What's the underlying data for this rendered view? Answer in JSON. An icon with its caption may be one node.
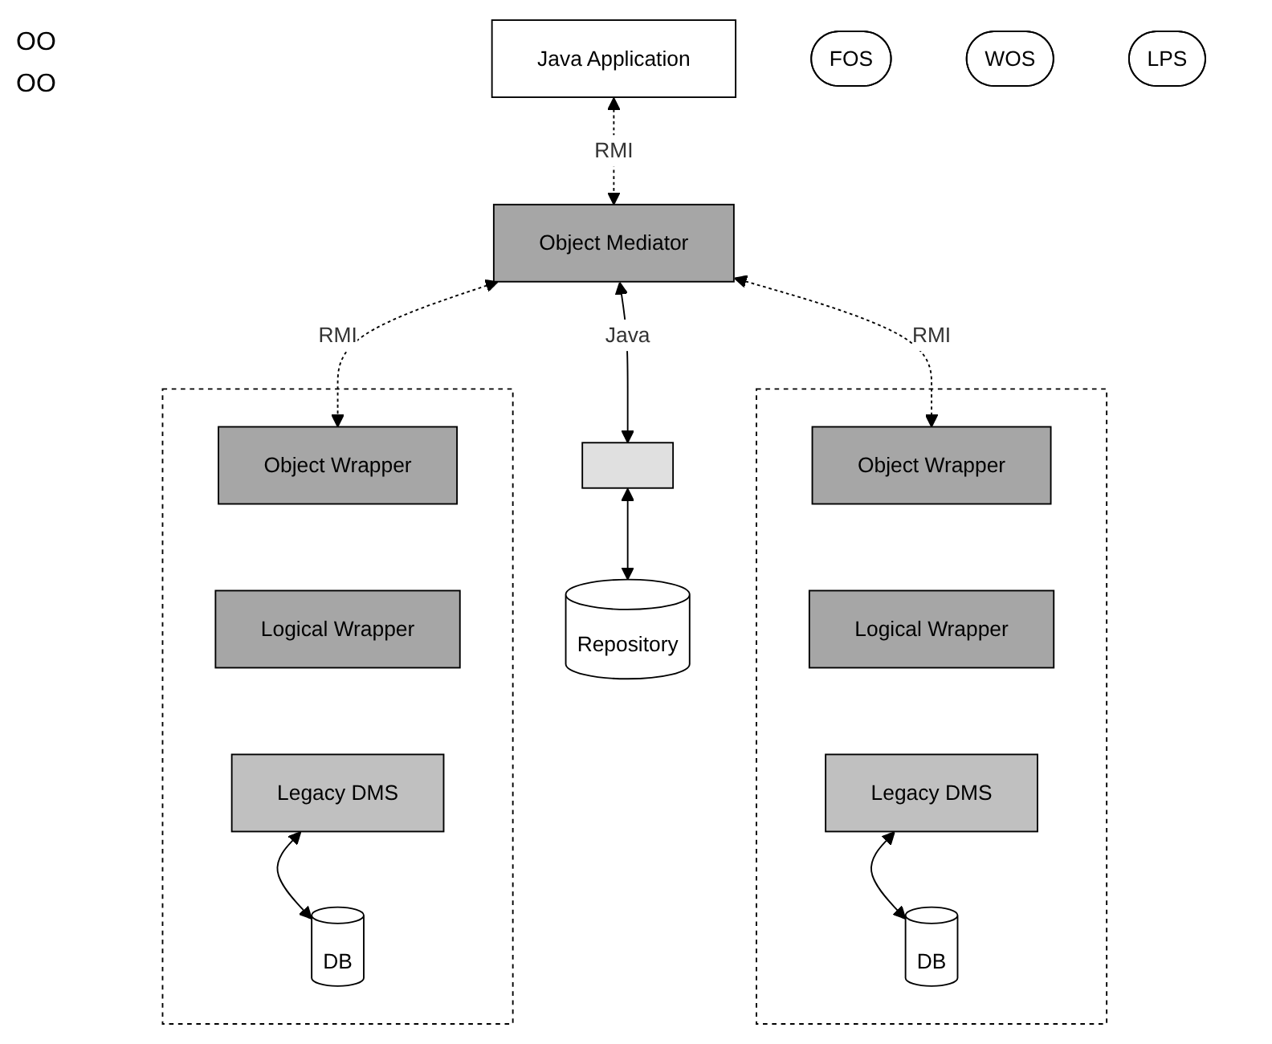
{
  "diagram": {
    "nodes": [
      {
        "text": [
          "Java Application"
        ]
      },
      {
        "text": [
          "FOS"
        ]
      },
      {
        "text": [
          "Object Mediator"
        ]
      },
      {
        "text": [],
        "shape": "box"
      },
      {
        "text": [
          "Repository"
        ]
      },
      {
        "text": [],
        "shape": "box"
      },
      {
        "text": [
          "Object Wrapper"
        ],
        "in": 5
      },
      {
        "text": [
          "Logical Wrapper"
        ],
        "in": 5
      },
      {
        "text": [
          "Legacy DMS"
        ],
        "in": 5
      },
      {
        "text": [
          "DB"
        ],
        "in": 5
      },
      {
        "text": [],
        "shape": "box"
      },
      {
        "text": [
          "Object Wrapper"
        ],
        "in": 10
      },
      {
        "text": [
          "Logical Wrapper"
        ],
        "in": 10
      },
      {
        "text": [
          "Legacy DMS"
        ],
        "in": 10
      },
      {
        "text": [
          "DB"
        ],
        "in": 10
      },
      {
        "text": [
          "WOS"
        ]
      },
      {
        "text": [
          "LPS"
        ]
      }
    ],
    "edges": [
      {
        "from": 0,
        "to": 2,
        "arrow": "both",
        "label": "RMI",
        "style": "dashed"
      },
      {
        "from": 2,
        "to": 3,
        "arrow": "both",
        "label": "Java"
      },
      {
        "from": 3,
        "to": 4,
        "arrow": "both"
      },
      {
        "from": 2,
        "to": 6,
        "arrow": "both",
        "label": "RMI",
        "style": "dashed"
      },
      {
        "from": 2,
        "to": 11,
        "arrow": "both",
        "label": "RMI",
        "style": "dashed"
      },
      {
        "from": 8,
        "to": 9,
        "arrow": "both"
      },
      {
        "from": 13,
        "to": 14,
        "arrow": "both"
      }
    ],
    "labels": [
      "OO",
      "OO"
    ]
  }
}
